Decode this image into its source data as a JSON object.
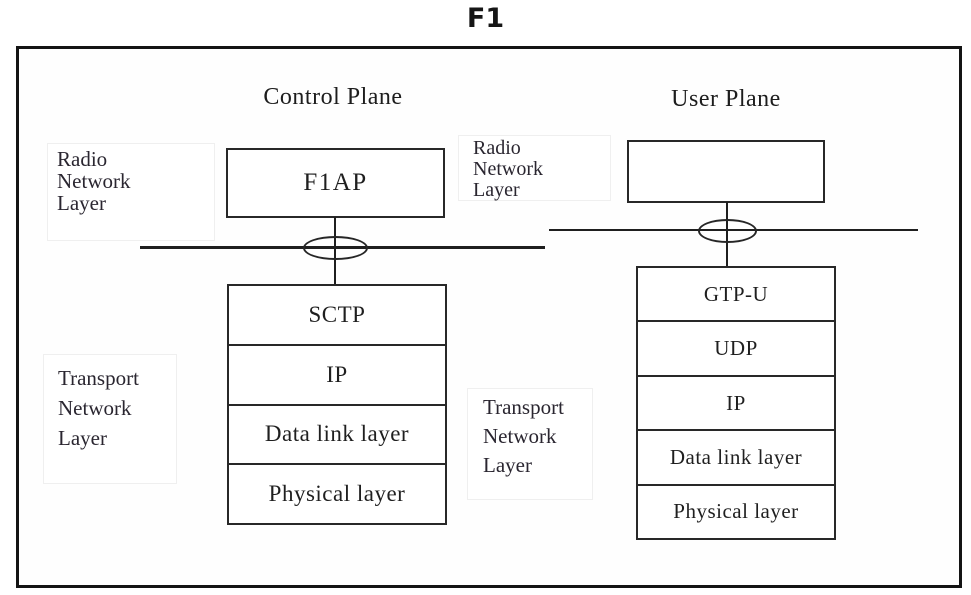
{
  "title": "F1",
  "planes": {
    "control": {
      "heading": "Control Plane",
      "top_box": "F1AP",
      "stack": [
        "SCTP",
        "IP",
        "Data link layer",
        "Physical layer"
      ]
    },
    "user": {
      "heading": "User Plane",
      "top_box": "",
      "stack": [
        "GTP-U",
        "UDP",
        "IP",
        "Data link layer",
        "Physical layer"
      ]
    }
  },
  "layer_labels": {
    "radio_left": [
      "Radio",
      "Network",
      "Layer"
    ],
    "radio_right": [
      "Radio",
      "Network",
      "Layer"
    ],
    "transport_left": [
      "Transport",
      "Network",
      "Layer"
    ],
    "transport_right": [
      "Transport",
      "Network",
      "Layer"
    ]
  },
  "colors": {
    "line": "#1f1f1f",
    "text": "#1f1f1f",
    "background": "#ffffff"
  }
}
